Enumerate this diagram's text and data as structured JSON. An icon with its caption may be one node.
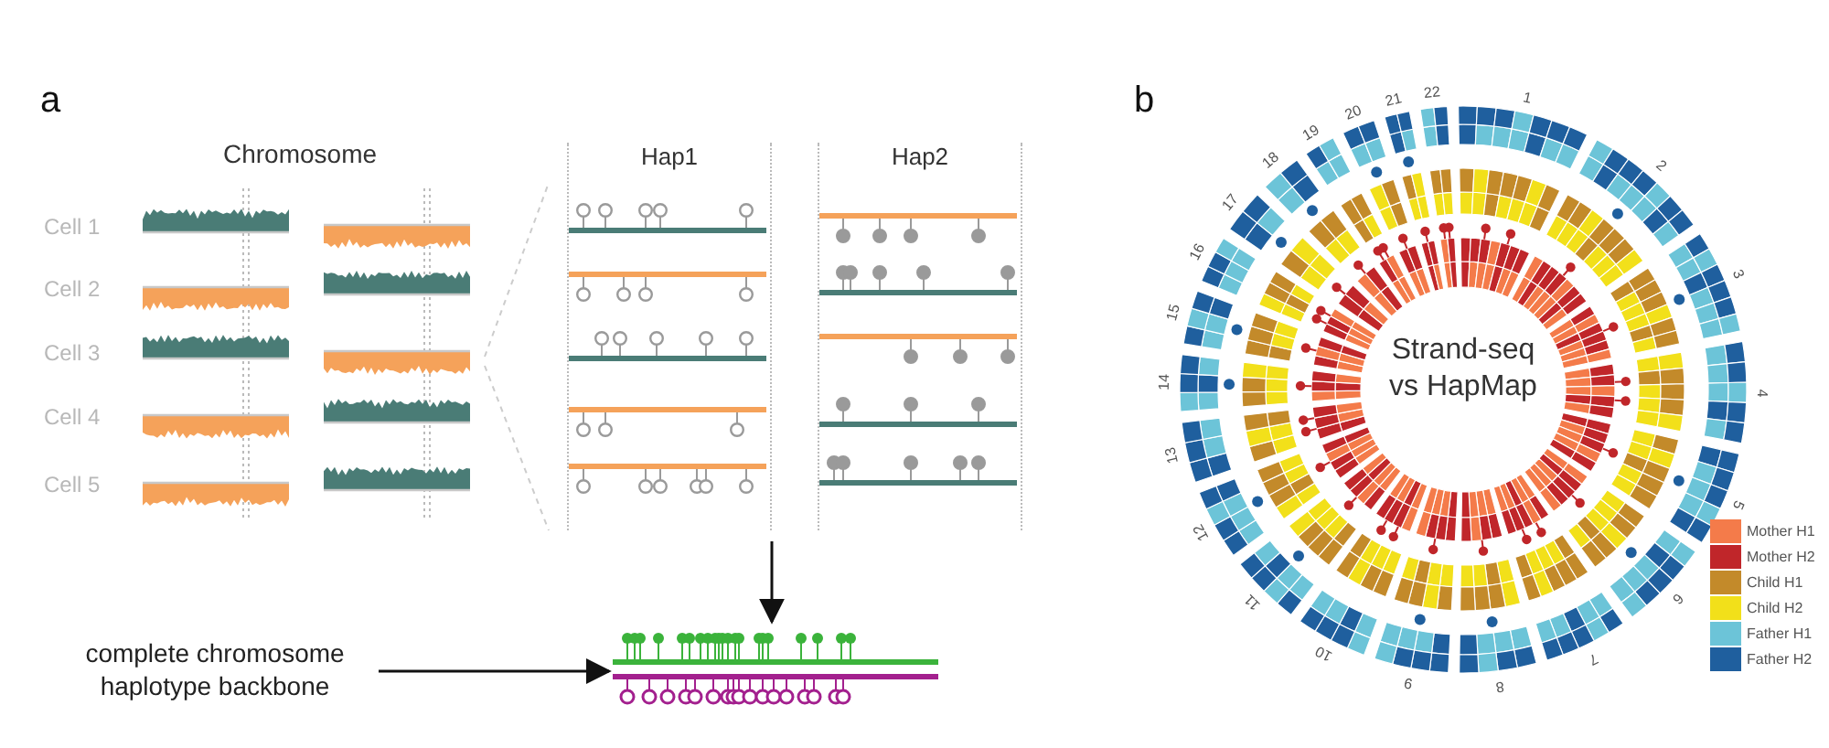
{
  "diagram": {
    "nodes": [
      {
        "text": [
          "Hap1"
        ]
      },
      {
        "text": [
          "Hap2"
        ]
      },
      {
        "text": [
          "complete chromosome haplotype backbone"
        ]
      },
      {
        "text": [],
        "shape": "picture"
      }
    ],
    "edges": [
      {
        "from": 0,
        "to": 3,
        "arrow": "to"
      },
      {
        "from": 2,
        "to": 3,
        "arrow": "to"
      }
    ],
    "labels": [
      "a",
      "Chromosome",
      "Cell 1",
      "Cell 2",
      "Cell 3",
      "Cell 4",
      "Cell 5",
      "b",
      "1",
      "2",
      "3",
      "4",
      "5",
      "6",
      "7",
      "8",
      "9",
      "10",
      "11",
      "12",
      "13",
      "14",
      "15",
      "16",
      "17",
      "18",
      "19",
      "20",
      "21",
      "22",
      "Strand-seq vs HapMap"
    ],
    "legend": [
      {
        "text": "Mother H1",
        "color": "#f47b4a"
      },
      {
        "text": "Mother H2",
        "color": "#c0262a"
      },
      {
        "text": "Child H1",
        "color": "#c38a2a"
      },
      {
        "text": "Child H2",
        "color": "#f2e01a"
      },
      {
        "text": "Father H1",
        "color": "#6cc4d8"
      },
      {
        "text": "Father H2",
        "color": "#1f5f9e"
      }
    ]
  }
}
